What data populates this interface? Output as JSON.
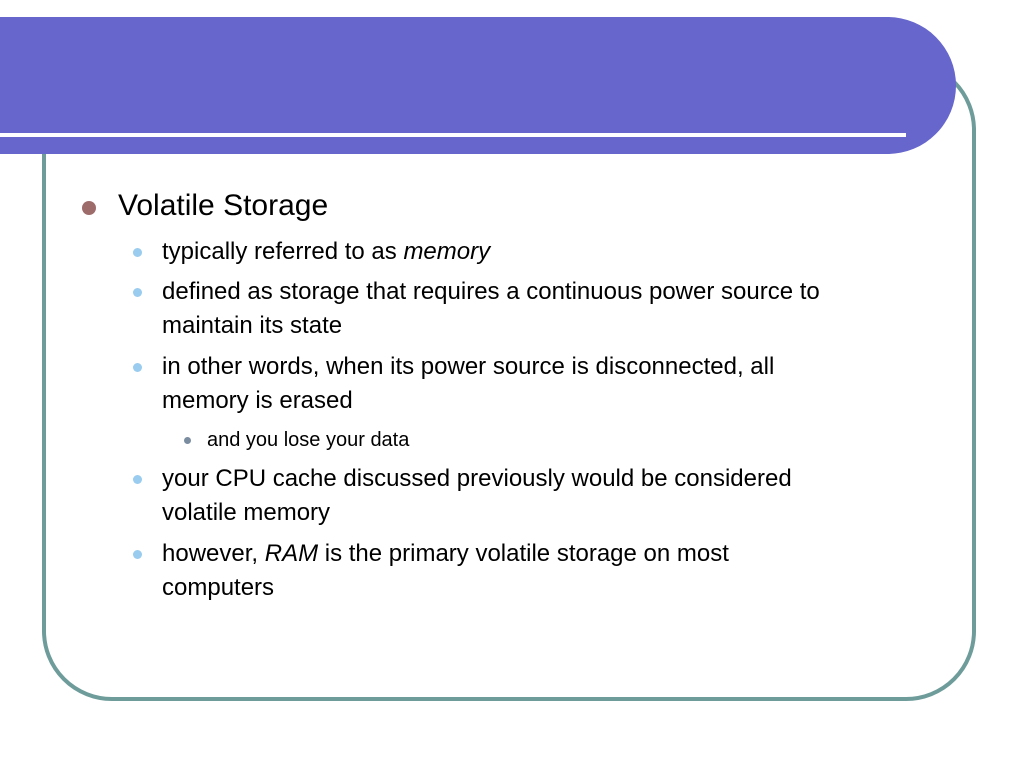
{
  "slide": {
    "title": "",
    "colors": {
      "banner": "#6666cc",
      "frame": "#6e9c9a",
      "bullet_level1": "#9e6b6b",
      "bullet_level2": "#99ccee"
    }
  },
  "bullets": {
    "l1": "Volatile Storage",
    "sub1_pre": "typically referred to as ",
    "sub1_em": "memory",
    "sub2_line1": "defined as storage that requires a continuous power source to",
    "sub2_line2": "maintain its state",
    "sub3_line1": "in other words, when its power source is disconnected, all",
    "sub3_line2": "memory is erased",
    "sub3_sub1": "and you lose your data",
    "sub4_line1": "your CPU cache discussed previously would be considered",
    "sub4_line2": "volatile memory",
    "sub5_pre": "however, ",
    "sub5_em": "RAM",
    "sub5_post": " is the primary volatile storage on most",
    "sub5_line2": "computers"
  }
}
